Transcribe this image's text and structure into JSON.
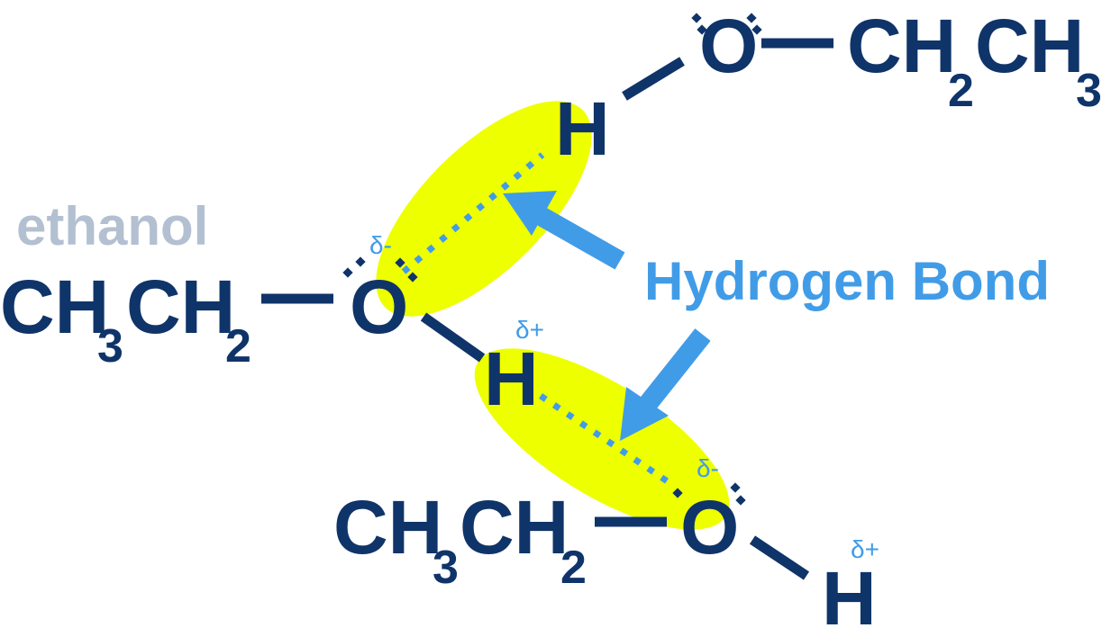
{
  "molecule_label": "ethanol",
  "annotation": "Hydrogen Bond",
  "atoms": {
    "O": "O",
    "H": "H",
    "C": "C"
  },
  "groups": {
    "ch3": "CH",
    "ch3_sub": "3",
    "ch2": "CH",
    "ch2_sub": "2"
  },
  "charges": {
    "partial_negative": "δ-",
    "partial_positive": "δ+"
  },
  "colors": {
    "bond": "#0f3469",
    "hbond": "#419ce8",
    "highlight": "#eeff00",
    "label": "#b3c0d1"
  }
}
